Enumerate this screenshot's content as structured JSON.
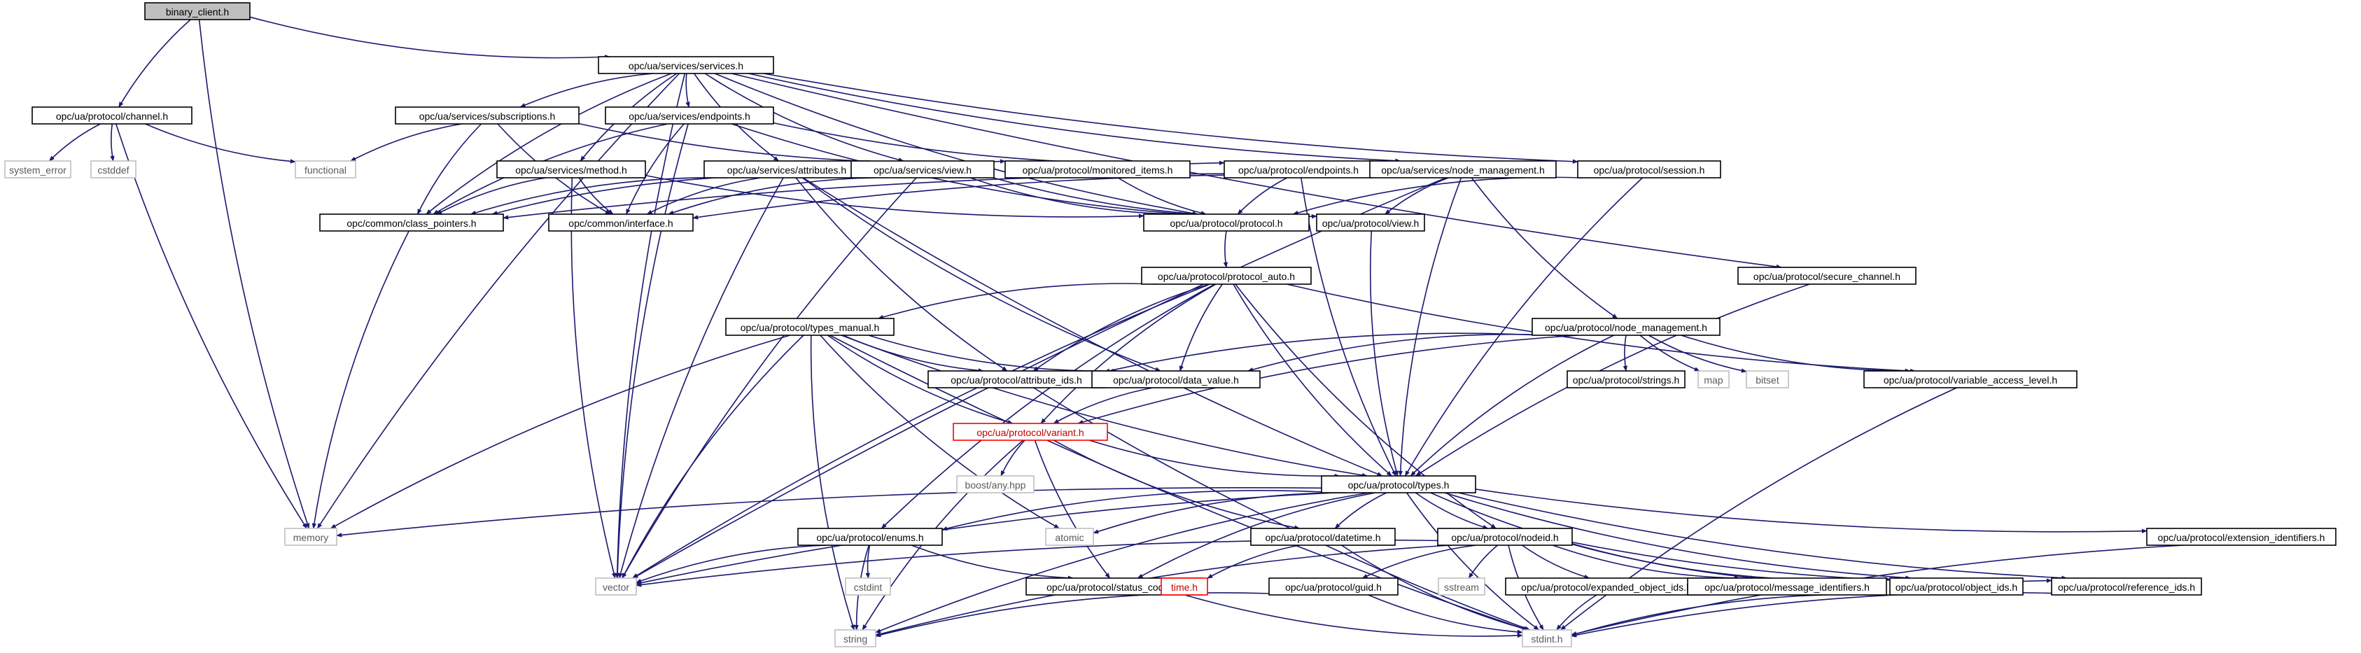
{
  "colors": {
    "edge": "#191970",
    "node_border": "#000000",
    "root_fill": "#bfbfbf",
    "system_border": "#bfbfbf",
    "missing_border": "#ff0000",
    "missing_text": "#c00000",
    "system_text": "#5a5a5a"
  },
  "nodes": [
    {
      "id": "binary_client",
      "label": "binary_client.h",
      "kind": "root"
    },
    {
      "id": "services",
      "label": "opc/ua/services/services.h",
      "kind": "normal"
    },
    {
      "id": "channel",
      "label": "opc/ua/protocol/channel.h",
      "kind": "normal"
    },
    {
      "id": "subscriptions",
      "label": "opc/ua/services/subscriptions.h",
      "kind": "normal"
    },
    {
      "id": "endpoints_svc",
      "label": "opc/ua/services/endpoints.h",
      "kind": "normal"
    },
    {
      "id": "method",
      "label": "opc/ua/services/method.h",
      "kind": "normal"
    },
    {
      "id": "attributes",
      "label": "opc/ua/services/attributes.h",
      "kind": "normal"
    },
    {
      "id": "view_svc",
      "label": "opc/ua/services/view.h",
      "kind": "normal"
    },
    {
      "id": "monitored_items",
      "label": "opc/ua/protocol/monitored_items.h",
      "kind": "normal"
    },
    {
      "id": "endpoints_proto",
      "label": "opc/ua/protocol/endpoints.h",
      "kind": "normal"
    },
    {
      "id": "node_mgmt_svc",
      "label": "opc/ua/services/node_management.h",
      "kind": "normal"
    },
    {
      "id": "session",
      "label": "opc/ua/protocol/session.h",
      "kind": "normal"
    },
    {
      "id": "system_error",
      "label": "system_error",
      "kind": "system"
    },
    {
      "id": "cstddef",
      "label": "cstddef",
      "kind": "system"
    },
    {
      "id": "functional",
      "label": "functional",
      "kind": "system"
    },
    {
      "id": "class_pointers",
      "label": "opc/common/class_pointers.h",
      "kind": "normal"
    },
    {
      "id": "interface",
      "label": "opc/common/interface.h",
      "kind": "normal"
    },
    {
      "id": "protocol",
      "label": "opc/ua/protocol/protocol.h",
      "kind": "normal"
    },
    {
      "id": "view_proto",
      "label": "opc/ua/protocol/view.h",
      "kind": "normal"
    },
    {
      "id": "secure_channel",
      "label": "opc/ua/protocol/secure_channel.h",
      "kind": "normal"
    },
    {
      "id": "protocol_auto",
      "label": "opc/ua/protocol/protocol_auto.h",
      "kind": "normal"
    },
    {
      "id": "types_manual",
      "label": "opc/ua/protocol/types_manual.h",
      "kind": "normal"
    },
    {
      "id": "node_mgmt_proto",
      "label": "opc/ua/protocol/node_management.h",
      "kind": "normal"
    },
    {
      "id": "attribute_ids",
      "label": "opc/ua/protocol/attribute_ids.h",
      "kind": "normal"
    },
    {
      "id": "data_value",
      "label": "opc/ua/protocol/data_value.h",
      "kind": "normal"
    },
    {
      "id": "strings",
      "label": "opc/ua/protocol/strings.h",
      "kind": "normal"
    },
    {
      "id": "map",
      "label": "map",
      "kind": "system"
    },
    {
      "id": "bitset",
      "label": "bitset",
      "kind": "system"
    },
    {
      "id": "variable_access_level",
      "label": "opc/ua/protocol/variable_access_level.h",
      "kind": "normal"
    },
    {
      "id": "variant",
      "label": "opc/ua/protocol/variant.h",
      "kind": "missing"
    },
    {
      "id": "boost_any",
      "label": "boost/any.hpp",
      "kind": "system"
    },
    {
      "id": "types",
      "label": "opc/ua/protocol/types.h",
      "kind": "normal"
    },
    {
      "id": "memory",
      "label": "memory",
      "kind": "system"
    },
    {
      "id": "enums",
      "label": "opc/ua/protocol/enums.h",
      "kind": "normal"
    },
    {
      "id": "atomic",
      "label": "atomic",
      "kind": "system"
    },
    {
      "id": "datetime",
      "label": "opc/ua/protocol/datetime.h",
      "kind": "normal"
    },
    {
      "id": "nodeid",
      "label": "opc/ua/protocol/nodeid.h",
      "kind": "normal"
    },
    {
      "id": "extension_identifiers",
      "label": "opc/ua/protocol/extension_identifiers.h",
      "kind": "normal"
    },
    {
      "id": "vector",
      "label": "vector",
      "kind": "system"
    },
    {
      "id": "cstdint",
      "label": "cstdint",
      "kind": "system"
    },
    {
      "id": "status_codes",
      "label": "opc/ua/protocol/status_codes.h",
      "kind": "normal"
    },
    {
      "id": "time",
      "label": "time.h",
      "kind": "missing"
    },
    {
      "id": "guid",
      "label": "opc/ua/protocol/guid.h",
      "kind": "normal"
    },
    {
      "id": "sstream",
      "label": "sstream",
      "kind": "system"
    },
    {
      "id": "expanded_object_ids",
      "label": "opc/ua/protocol/expanded_object_ids.h",
      "kind": "normal"
    },
    {
      "id": "message_identifiers",
      "label": "opc/ua/protocol/message_identifiers.h",
      "kind": "normal"
    },
    {
      "id": "object_ids",
      "label": "opc/ua/protocol/object_ids.h",
      "kind": "normal"
    },
    {
      "id": "reference_ids",
      "label": "opc/ua/protocol/reference_ids.h",
      "kind": "normal"
    },
    {
      "id": "string",
      "label": "string",
      "kind": "system"
    },
    {
      "id": "stdint",
      "label": "stdint.h",
      "kind": "system"
    }
  ],
  "edges": [
    [
      "binary_client",
      "services"
    ],
    [
      "binary_client",
      "channel"
    ],
    [
      "binary_client",
      "memory"
    ],
    [
      "services",
      "subscriptions"
    ],
    [
      "services",
      "endpoints_svc"
    ],
    [
      "services",
      "method"
    ],
    [
      "services",
      "attributes"
    ],
    [
      "services",
      "view_svc"
    ],
    [
      "services",
      "node_mgmt_svc"
    ],
    [
      "services",
      "session"
    ],
    [
      "services",
      "secure_channel"
    ],
    [
      "services",
      "class_pointers"
    ],
    [
      "services",
      "protocol"
    ],
    [
      "services",
      "memory"
    ],
    [
      "services",
      "vector"
    ],
    [
      "channel",
      "system_error"
    ],
    [
      "channel",
      "cstddef"
    ],
    [
      "channel",
      "functional"
    ],
    [
      "channel",
      "memory"
    ],
    [
      "subscriptions",
      "functional"
    ],
    [
      "subscriptions",
      "class_pointers"
    ],
    [
      "subscriptions",
      "interface"
    ],
    [
      "subscriptions",
      "monitored_items"
    ],
    [
      "endpoints_svc",
      "class_pointers"
    ],
    [
      "endpoints_svc",
      "interface"
    ],
    [
      "endpoints_svc",
      "endpoints_proto"
    ],
    [
      "endpoints_svc",
      "protocol"
    ],
    [
      "endpoints_svc",
      "vector"
    ],
    [
      "method",
      "class_pointers"
    ],
    [
      "method",
      "interface"
    ],
    [
      "method",
      "protocol"
    ],
    [
      "method",
      "vector"
    ],
    [
      "attributes",
      "class_pointers"
    ],
    [
      "attributes",
      "interface"
    ],
    [
      "attributes",
      "attribute_ids"
    ],
    [
      "attributes",
      "data_value"
    ],
    [
      "attributes",
      "types"
    ],
    [
      "attributes",
      "vector"
    ],
    [
      "view_svc",
      "class_pointers"
    ],
    [
      "view_svc",
      "interface"
    ],
    [
      "view_svc",
      "view_proto"
    ],
    [
      "view_svc",
      "protocol"
    ],
    [
      "view_svc",
      "vector"
    ],
    [
      "monitored_items",
      "protocol"
    ],
    [
      "endpoints_proto",
      "protocol"
    ],
    [
      "endpoints_proto",
      "types"
    ],
    [
      "node_mgmt_svc",
      "class_pointers"
    ],
    [
      "node_mgmt_svc",
      "interface"
    ],
    [
      "node_mgmt_svc",
      "view_proto"
    ],
    [
      "node_mgmt_svc",
      "node_mgmt_proto"
    ],
    [
      "node_mgmt_svc",
      "types"
    ],
    [
      "node_mgmt_svc",
      "vector"
    ],
    [
      "session",
      "protocol"
    ],
    [
      "session",
      "types"
    ],
    [
      "class_pointers",
      "memory"
    ],
    [
      "protocol",
      "protocol_auto"
    ],
    [
      "view_proto",
      "types"
    ],
    [
      "secure_channel",
      "types"
    ],
    [
      "protocol_auto",
      "types_manual"
    ],
    [
      "protocol_auto",
      "attribute_ids"
    ],
    [
      "protocol_auto",
      "data_value"
    ],
    [
      "protocol_auto",
      "variant"
    ],
    [
      "protocol_auto",
      "variable_access_level"
    ],
    [
      "protocol_auto",
      "types"
    ],
    [
      "protocol_auto",
      "enums"
    ],
    [
      "protocol_auto",
      "nodeid"
    ],
    [
      "protocol_auto",
      "vector"
    ],
    [
      "types_manual",
      "attribute_ids"
    ],
    [
      "types_manual",
      "data_value"
    ],
    [
      "types_manual",
      "variant"
    ],
    [
      "types_manual",
      "types"
    ],
    [
      "types_manual",
      "memory"
    ],
    [
      "types_manual",
      "vector"
    ],
    [
      "types_manual",
      "atomic"
    ],
    [
      "types_manual",
      "string"
    ],
    [
      "types_manual",
      "stdint"
    ],
    [
      "node_mgmt_proto",
      "attribute_ids"
    ],
    [
      "node_mgmt_proto",
      "data_value"
    ],
    [
      "node_mgmt_proto",
      "strings"
    ],
    [
      "node_mgmt_proto",
      "map"
    ],
    [
      "node_mgmt_proto",
      "bitset"
    ],
    [
      "node_mgmt_proto",
      "variable_access_level"
    ],
    [
      "node_mgmt_proto",
      "variant"
    ],
    [
      "node_mgmt_proto",
      "types"
    ],
    [
      "attribute_ids",
      "stdint"
    ],
    [
      "data_value",
      "variant"
    ],
    [
      "variable_access_level",
      "stdint"
    ],
    [
      "variant",
      "boost_any"
    ],
    [
      "variant",
      "types"
    ],
    [
      "variant",
      "datetime"
    ],
    [
      "variant",
      "status_codes"
    ],
    [
      "variant",
      "string"
    ],
    [
      "types",
      "memory"
    ],
    [
      "types",
      "enums"
    ],
    [
      "types",
      "atomic"
    ],
    [
      "types",
      "datetime"
    ],
    [
      "types",
      "nodeid"
    ],
    [
      "types",
      "extension_identifiers"
    ],
    [
      "types",
      "vector"
    ],
    [
      "types",
      "status_codes"
    ],
    [
      "types",
      "message_identifiers"
    ],
    [
      "types",
      "object_ids"
    ],
    [
      "types",
      "reference_ids"
    ],
    [
      "types",
      "string"
    ],
    [
      "types",
      "stdint"
    ],
    [
      "enums",
      "vector"
    ],
    [
      "enums",
      "cstdint"
    ],
    [
      "enums",
      "status_codes"
    ],
    [
      "enums",
      "string"
    ],
    [
      "datetime",
      "time"
    ],
    [
      "datetime",
      "stdint"
    ],
    [
      "nodeid",
      "vector"
    ],
    [
      "nodeid",
      "guid"
    ],
    [
      "nodeid",
      "sstream"
    ],
    [
      "nodeid",
      "expanded_object_ids"
    ],
    [
      "nodeid",
      "message_identifiers"
    ],
    [
      "nodeid",
      "object_ids"
    ],
    [
      "nodeid",
      "reference_ids"
    ],
    [
      "nodeid",
      "string"
    ],
    [
      "nodeid",
      "stdint"
    ],
    [
      "extension_identifiers",
      "stdint"
    ],
    [
      "status_codes",
      "stdint"
    ],
    [
      "guid",
      "string"
    ],
    [
      "guid",
      "stdint"
    ],
    [
      "expanded_object_ids",
      "stdint"
    ],
    [
      "object_ids",
      "stdint"
    ],
    [
      "reference_ids",
      "stdint"
    ]
  ]
}
